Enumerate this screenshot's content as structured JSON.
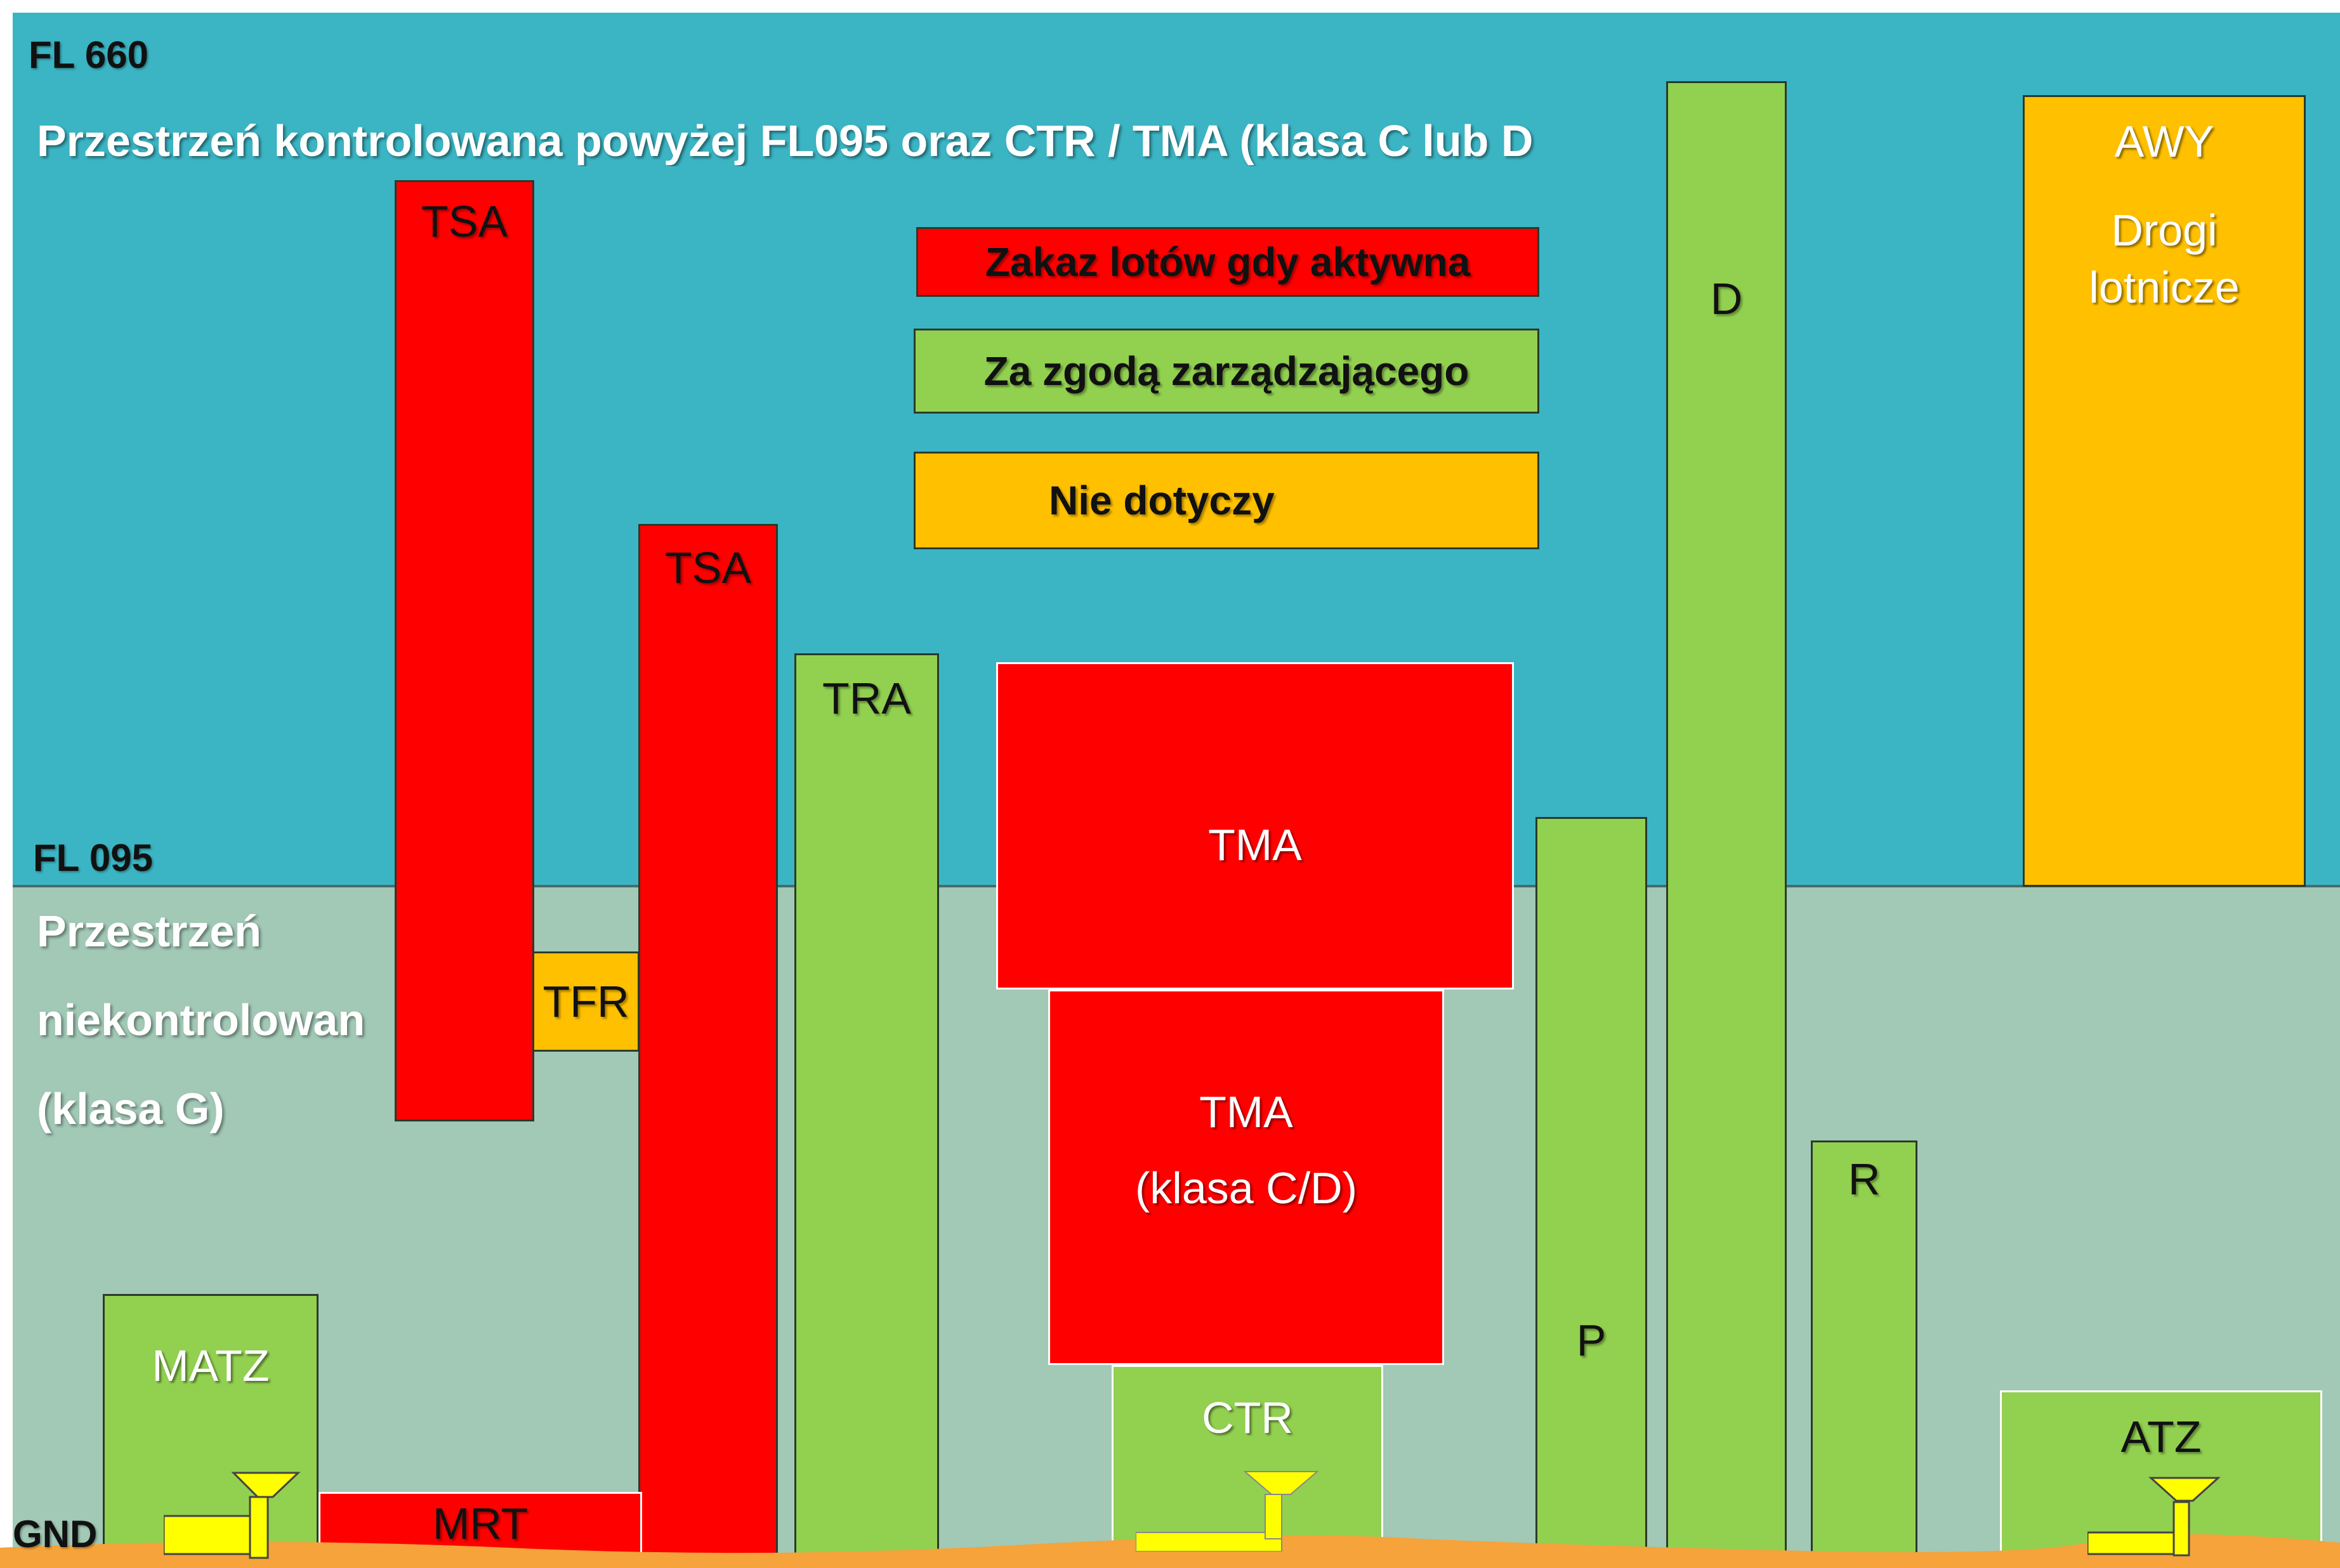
{
  "levels": {
    "top": "FL 660",
    "middle": "FL 095",
    "ground": "GND"
  },
  "upper_title": "Przestrzeń kontrolowana powyżej FL095 oraz CTR / TMA (klasa C lub D",
  "lower_title": {
    "line1": "Przestrzeń",
    "line2": "niekontrolowan",
    "line3": "(klasa G)"
  },
  "legend": {
    "red": "Zakaz lotów gdy aktywna",
    "green": "Za zgodą zarządzającego",
    "amber": "Nie dotyczy"
  },
  "zones": {
    "tsa_1": "TSA",
    "tfr": "TFR",
    "tsa_2": "TSA",
    "tra": "TRA",
    "tma_upper": "TMA",
    "tma_lower": {
      "line1": "TMA",
      "line2": "(klasa C/D)"
    },
    "ctr": "CTR",
    "p": "P",
    "d": "D",
    "r": "R",
    "awy": {
      "line1": "AWY",
      "line2": "Drogi",
      "line3": "lotnicze"
    },
    "matz": "MATZ",
    "mrt": "MRT",
    "atz": "ATZ"
  },
  "colors": {
    "controlled": "#3bb5c4",
    "uncontrolled": "#a2c8b6",
    "prohibited": "#ff0000",
    "permission": "#92d050",
    "not_applicable": "#ffc000",
    "ground": "#f5a33a",
    "tower": "#ffff00"
  }
}
